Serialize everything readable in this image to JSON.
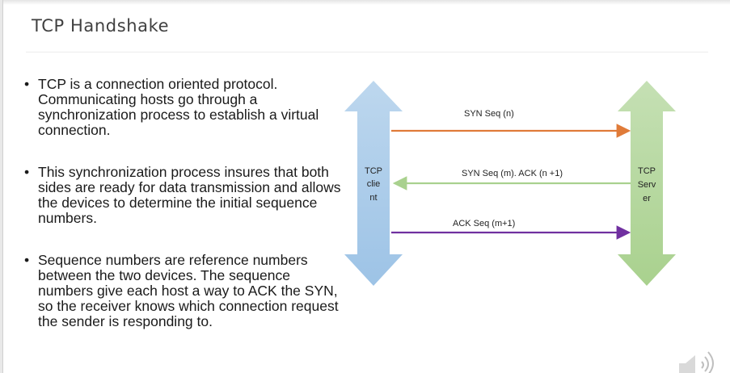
{
  "slide": {
    "title": "TCP Handshake",
    "bullets": [
      "TCP is a connection oriented protocol. Communicating hosts go through a synchronization process to establish a virtual connection.",
      "This synchronization process insures that both sides are ready for data transmission and allows the devices to determine the initial sequence numbers.",
      "Sequence numbers are reference numbers between the two devices. The sequence numbers give each host a way to ACK the SYN, so the receiver knows which connection request the sender is responding to."
    ]
  },
  "diagram": {
    "client_label": [
      "TCP",
      "clie",
      "nt"
    ],
    "server_label": [
      "TCP",
      "Serv",
      "er"
    ],
    "messages": [
      {
        "label": "SYN Seq (n)",
        "direction": "client-to-server",
        "color": "#e07b39"
      },
      {
        "label": "SYN Seq (m). ACK (n +1)",
        "direction": "server-to-client",
        "color": "#a9d18e"
      },
      {
        "label": "ACK Seq (m+1)",
        "direction": "client-to-server",
        "color": "#7030a0"
      }
    ],
    "client_arrow_color": "#9dc3e6",
    "server_arrow_color": "#a9d18e"
  },
  "icons": {
    "speaker": "speaker-icon"
  }
}
